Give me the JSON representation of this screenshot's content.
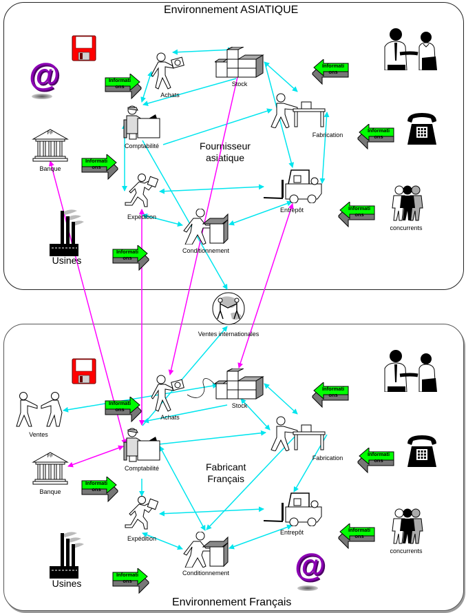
{
  "colors": {
    "flow_internal": "#00e5ee",
    "flow_cross": "#ff00ff",
    "info_arrow": "#00ff00",
    "info_arrow_side": "#6e6e6e",
    "floppy": "#ff0000",
    "at_sign": "#8b00b3"
  },
  "top_panel": {
    "title": "Environnement ASIATIQUE",
    "center_title": "Fournisseur\nasiatique",
    "nodes": {
      "achats": "Achats",
      "stock": "Stock",
      "comptabilite": "Comptabilité",
      "fabrication": "Fabrication",
      "banque": "Banque",
      "bank_sign": "FF",
      "expedition": "Expédition",
      "entrepot": "Entrepôt",
      "conditionnement": "Conditionnement",
      "concurrents": "concurrents",
      "usines": "Usines"
    },
    "info_arrows": [
      {
        "label": "Informati ons",
        "direction": "right"
      },
      {
        "label": "Informati ons",
        "direction": "left"
      },
      {
        "label": "Informati ons",
        "direction": "left"
      },
      {
        "label": "Informati ons",
        "direction": "right"
      },
      {
        "label": "Informati ons",
        "direction": "left"
      },
      {
        "label": "Informati ons",
        "direction": "right"
      }
    ]
  },
  "middle": {
    "ventes_internationales": "Ventes internationales"
  },
  "bottom_panel": {
    "title": "Environnement Français",
    "center_title": "Fabricant\nFrançais",
    "nodes": {
      "achats": "Achats",
      "stock": "Stock",
      "ventes": "Ventes",
      "comptabilite": "Comptabilité",
      "fabrication": "Fabrication",
      "banque": "Banque",
      "bank_sign": "FF",
      "expedition": "Expédition",
      "entrepot": "Entrepôt",
      "conditionnement": "Conditionnement",
      "concurrents": "concurrents",
      "usines": "Usines"
    },
    "info_arrows": [
      {
        "label": "Informati ons",
        "direction": "right"
      },
      {
        "label": "Informati ons",
        "direction": "left"
      },
      {
        "label": "Informati ons",
        "direction": "left"
      },
      {
        "label": "Informati ons",
        "direction": "right"
      },
      {
        "label": "Informati ons",
        "direction": "left"
      },
      {
        "label": "Informati ons",
        "direction": "right"
      }
    ]
  }
}
